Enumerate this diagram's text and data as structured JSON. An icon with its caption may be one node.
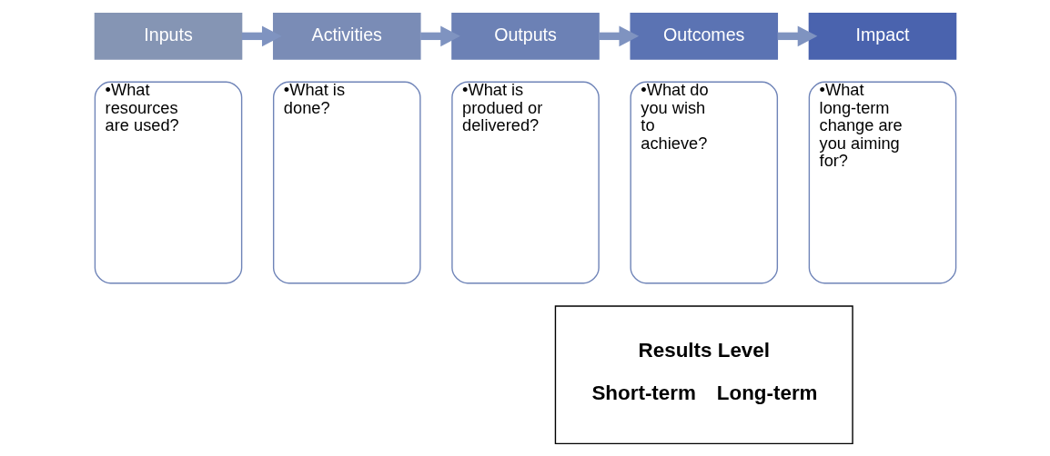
{
  "diagram": {
    "nodes": [
      {
        "text": [
          "Inputs"
        ]
      },
      {
        "text": [
          "•What resources are used?"
        ]
      },
      {
        "text": [
          "Activities"
        ]
      },
      {
        "text": [
          "•What is done?"
        ]
      },
      {
        "text": [
          "Outputs"
        ]
      },
      {
        "text": [
          "•What is produed or delivered?"
        ]
      },
      {
        "text": [
          "Outcomes"
        ]
      },
      {
        "text": [
          "•What do you wish to achieve?"
        ]
      },
      {
        "text": [
          "Impact"
        ]
      },
      {
        "text": [
          "•What long-term change are you aiming for?"
        ]
      },
      {
        "text": [
          "Results Level",
          "Short-term",
          "Long-term"
        ]
      }
    ],
    "edges": [
      {
        "from": 0,
        "to": 2,
        "arrow": "to"
      },
      {
        "from": 2,
        "to": 4,
        "arrow": "to"
      },
      {
        "from": 4,
        "to": 6,
        "arrow": "to"
      },
      {
        "from": 6,
        "to": 8,
        "arrow": "to"
      }
    ]
  }
}
